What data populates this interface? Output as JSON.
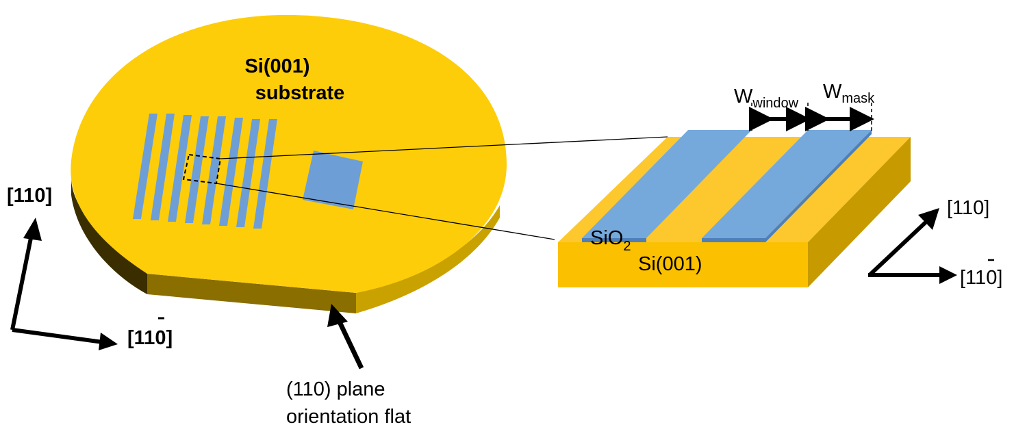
{
  "wafer": {
    "title_line1": "Si(001)",
    "title_line2": "substrate",
    "flat_caption_line1": "(110) plane",
    "flat_caption_line2": "orientation flat",
    "axis_vertical": "[110]",
    "axis_horizontal_prefix": "[1",
    "axis_horizontal_bar_digit": "1",
    "axis_horizontal_suffix": "0]"
  },
  "block": {
    "w_window_main": "W",
    "w_window_sub": "window",
    "w_mask_main": "W",
    "w_mask_sub": "mask",
    "oxide_main": "SiO",
    "oxide_sub": "2",
    "substrate_label": "Si(001)",
    "axis_diagonal": "[110]",
    "axis_horizontal_prefix": "[1",
    "axis_horizontal_bar_digit": "1",
    "axis_horizontal_suffix": "0]"
  },
  "colors": {
    "wafer_top": "#FDCD0A",
    "wafer_edge": "#3A2E00",
    "flat_edge": "#C9A200",
    "mask_blue": "#6E9ED6",
    "block_top": "#FDC82E",
    "block_front": "#FBC000",
    "block_side": "#C79A00"
  }
}
